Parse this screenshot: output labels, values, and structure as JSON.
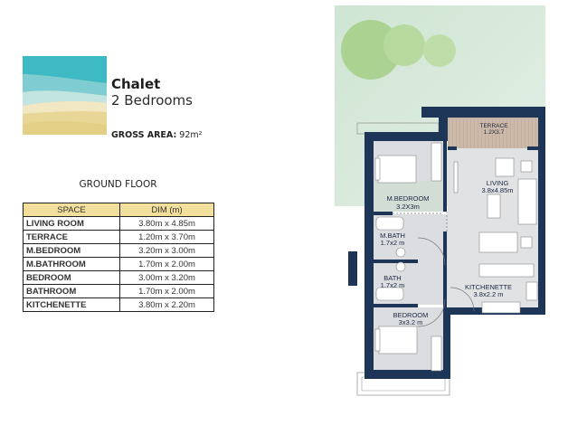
{
  "unit": {
    "title": "Chalet",
    "subtitle": "2 Bedrooms",
    "gross_area_label": "GROSS AREA:",
    "gross_area_value": "92m²"
  },
  "schedule": {
    "floor_title": "GROUND FLOOR",
    "headers": [
      "SPACE",
      "DIM (m)"
    ],
    "rows": [
      {
        "space": "LIVING ROOM",
        "dim": "3.80m x 4.85m"
      },
      {
        "space": "TERRACE",
        "dim": "1.20m x 3.70m"
      },
      {
        "space": "M.BEDROOM",
        "dim": "3.20m x 3.00m"
      },
      {
        "space": "M.BATHROOM",
        "dim": "1.70m x 2.00m"
      },
      {
        "space": "BEDROOM",
        "dim": "3.00m x 3.20m"
      },
      {
        "space": "BATHROOM",
        "dim": "1.70m x 2.00m"
      },
      {
        "space": "KITCHENETTE",
        "dim": "3.80m x 2.20m"
      }
    ]
  },
  "plan": {
    "rooms": {
      "terrace": {
        "name": "TERRACE",
        "dim": "1.2X3.7"
      },
      "living": {
        "name": "LIVING",
        "dim": "3.8x4.85m"
      },
      "mbedroom": {
        "name": "M.BEDROOM",
        "dim": "3.2X3m"
      },
      "mbath": {
        "name": "M.BATH",
        "dim": "1.7x2 m"
      },
      "bath": {
        "name": "BATH",
        "dim": "1.7x2 m"
      },
      "kitchenette": {
        "name": "KITCHENETTE",
        "dim": "3.8x2.2 m"
      },
      "bedroom": {
        "name": "BEDROOM",
        "dim": "3x3.2 m"
      }
    },
    "colors": {
      "wall": "#1d3557",
      "floor": "#dcdde0",
      "terrace": "#cbb7a8",
      "garden": "#d3e7d6",
      "header_fill": "#f1df9b"
    }
  }
}
